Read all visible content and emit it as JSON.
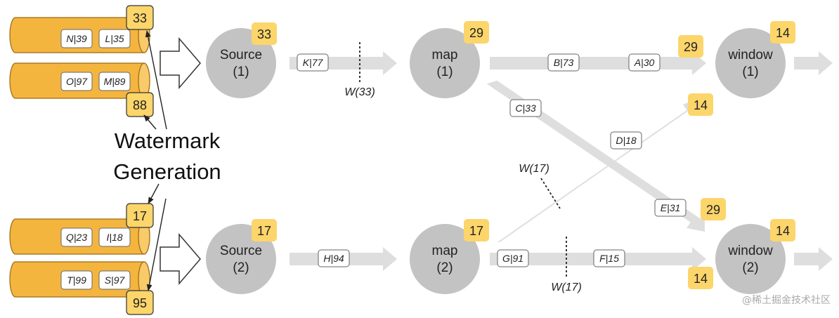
{
  "partitions": [
    {
      "events": [
        "N|39",
        "L|35"
      ],
      "watermark": "33"
    },
    {
      "events": [
        "O|97",
        "M|89"
      ],
      "watermark": "88"
    },
    {
      "events": [
        "Q|23",
        "I|18"
      ],
      "watermark": "17"
    },
    {
      "events": [
        "T|99",
        "S|97"
      ],
      "watermark": "95"
    }
  ],
  "generation_label": [
    "Watermark",
    "Generation"
  ],
  "operators": {
    "source1": {
      "line1": "Source",
      "line2": "(1)",
      "badge": "33"
    },
    "source2": {
      "line1": "Source",
      "line2": "(2)",
      "badge": "17"
    },
    "map1": {
      "line1": "map",
      "line2": "(1)",
      "badge": "29"
    },
    "map2": {
      "line1": "map",
      "line2": "(2)",
      "badge": "17"
    },
    "window1": {
      "line1": "window",
      "line2": "(1)",
      "badge": "14",
      "input_badges": [
        "29",
        "14"
      ]
    },
    "window2": {
      "line1": "window",
      "line2": "(2)",
      "badge": "14",
      "input_badges": [
        "29",
        "14"
      ]
    }
  },
  "stream_events": {
    "s1_to_m1": [
      "K|77"
    ],
    "s2_to_m2": [
      "H|94"
    ],
    "m1_to_w1": [
      "B|73",
      "A|30"
    ],
    "m1_to_w2": [
      "C|33",
      "E|31"
    ],
    "m2_to_w1": [
      "D|18"
    ],
    "m2_to_w2": [
      "G|91",
      "F|15"
    ]
  },
  "stream_watermarks": {
    "s1_to_m1": "W(33)",
    "m2_to_w1": "W(17)",
    "m2_to_w2": "W(17)"
  },
  "footer": "@稀土掘金技术社区",
  "colors": {
    "partition_fill": "#f4b53f",
    "partition_stroke": "#9a6a12",
    "badge_fill": "#fcd56b",
    "node_fill": "#c3c3c3",
    "stream_fill": "#dedede"
  }
}
